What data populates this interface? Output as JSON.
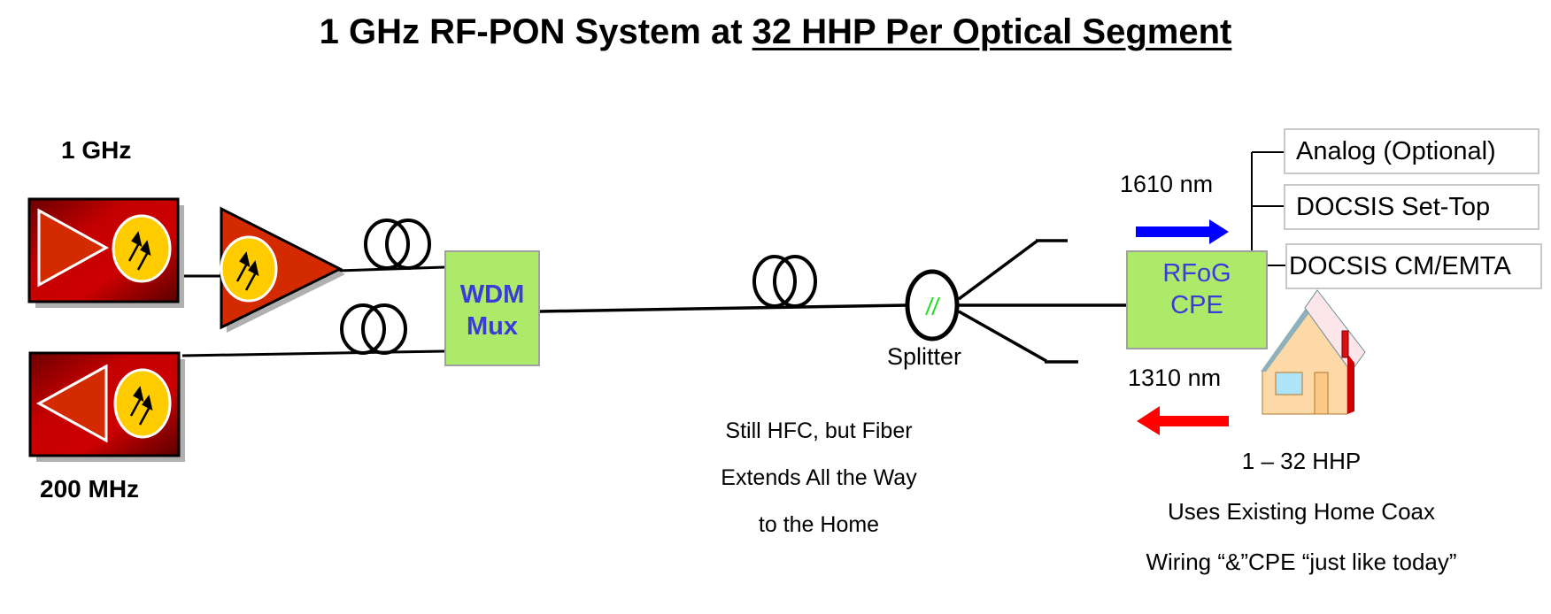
{
  "title": {
    "prefix": "1 GHz RF-PON System at ",
    "underlined": "32 HHP Per Optical Segment"
  },
  "headend": {
    "forward_label": "1 GHz",
    "return_label": "200 MHz",
    "forward_transmitter_icon": "optical-transmitter-icon",
    "return_receiver_icon": "optical-receiver-icon",
    "amplifier_icon": "optical-amplifier-icon"
  },
  "wdm_mux": {
    "line1": "WDM",
    "line2": "Mux"
  },
  "splitter": {
    "label": "Splitter",
    "glyph": "//"
  },
  "middle_note": {
    "lines": [
      "Still HFC, but Fiber",
      "Extends All the Way",
      "to the Home"
    ]
  },
  "cpe": {
    "line1": "RFoG",
    "line2": "CPE",
    "downstream_wavelength": "1610 nm",
    "upstream_wavelength": "1310 nm",
    "downstream_arrow_color": "#0000ff",
    "upstream_arrow_color": "#ff0000"
  },
  "services": [
    {
      "label": "Analog (Optional)"
    },
    {
      "label": "DOCSIS Set-Top"
    },
    {
      "label": "DOCSIS CM/EMTA"
    }
  ],
  "home_note": {
    "lines": [
      "1 – 32 HHP",
      "Uses Existing Home Coax",
      "Wiring “&”CPE “just like today”"
    ]
  },
  "colors": {
    "device_red": "#cc0000",
    "device_dark": "#6a0000",
    "triangle": "#d42a00",
    "badge_yellow": "#ffcc00",
    "green_box": "#aeea6a",
    "blue_text": "#3b3bd9"
  }
}
